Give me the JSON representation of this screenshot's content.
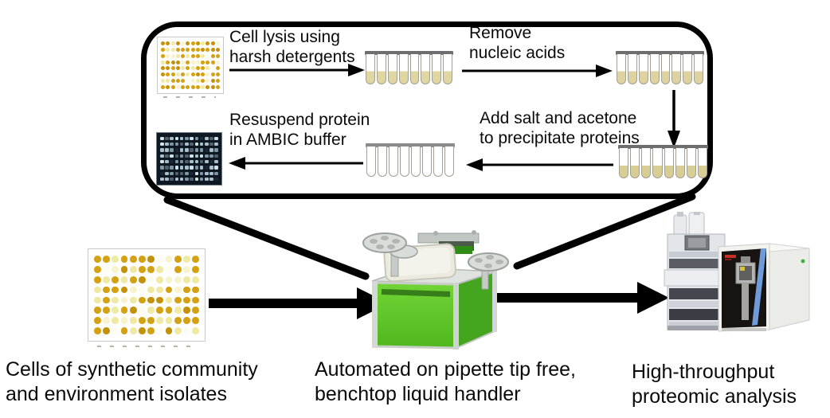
{
  "protocol_box": {
    "steps": [
      {
        "label": "Cell lysis using\nharsh detergents"
      },
      {
        "label": "Remove\nnucleic acids"
      },
      {
        "label": "Add salt and acetone\nto precipitate proteins"
      },
      {
        "label": "Resuspend protein\nin AMBIC buffer"
      }
    ]
  },
  "captions": {
    "left": "Cells of synthetic community\nand environment isolates",
    "center": "Automated on pipette tip free,\nbenchtop liquid handler",
    "right": "High-throughput\nproteomic analysis"
  },
  "icons": {
    "source_plate_small": "microplate-96-yellow",
    "lysate_tube_strip": "8-tube-strip-filled",
    "cleared_tube_strip": "8-tube-strip-filled",
    "precipitate_tube_strip": "8-tube-strip-filled",
    "resuspension_tube_strip": "8-tube-strip-empty",
    "protein_plate": "microplate-96-dark",
    "source_plate_large": "microplate-96-yellow",
    "liquid_handler": "benchtop-liquid-handler",
    "lcms": "lc-ms-instrument"
  },
  "colors": {
    "outline": "#000000",
    "well_yellow": "#d4a112",
    "well_pale": "#efe9a4",
    "dark_plate_bg": "#0e1822",
    "dark_plate_dot": "#a7c0ce",
    "tube_liquid": "#e0d6a2",
    "handler_green": "#5cc228",
    "ms_accent_blue": "#6f9cd9",
    "ms_panel_black": "#171310",
    "logo_red": "#c43026"
  },
  "plates": {
    "source_small": {
      "rows": 8,
      "cols": 12,
      "pad": 4,
      "gap": 1.2,
      "round": "50%",
      "seed": 11,
      "background": "#ffffff",
      "border": "#c9c9c9",
      "well_colors": [
        "#d4a112",
        "#c3920a",
        "#efe9a4",
        "#f7f3cf",
        "#fdfcf2"
      ],
      "weights": [
        0.45,
        0.15,
        0.2,
        0.12,
        0.08
      ]
    },
    "protein_dark": {
      "rows": 8,
      "cols": 12,
      "pad": 4,
      "gap": 1.6,
      "round": "30%",
      "seed": 5,
      "background": "#0e1822",
      "border": "#707a84",
      "well_colors": [
        "#a7c0ce",
        "#7d97a8",
        "#cfe2ea",
        "#55606e",
        "#1c2733"
      ],
      "weights": [
        0.3,
        0.3,
        0.15,
        0.15,
        0.1
      ]
    },
    "source_large": {
      "rows": 8,
      "cols": 12,
      "pad": 7,
      "gap": 2.4,
      "round": "50%",
      "seed": 23,
      "background": "#ffffff",
      "border": "#c9c9c9",
      "well_colors": [
        "#d4a112",
        "#c3920a",
        "#efe9a4",
        "#f7f3cf",
        "#fdfcf2"
      ],
      "weights": [
        0.46,
        0.16,
        0.2,
        0.1,
        0.08
      ]
    }
  },
  "tube_strips": {
    "lysate": {
      "tubes": 8,
      "filled": true,
      "fill_level": 0.42,
      "liquid_color": "#e0d6a2"
    },
    "cleared": {
      "tubes": 8,
      "filled": true,
      "fill_level": 0.42,
      "liquid_color": "#ded3a0"
    },
    "precipitated": {
      "tubes": 8,
      "filled": true,
      "fill_level": 0.4,
      "liquid_color": "#d9cd96"
    },
    "resuspension": {
      "tubes": 8,
      "filled": false,
      "fill_level": 0,
      "liquid_color": "#ffffff"
    }
  }
}
